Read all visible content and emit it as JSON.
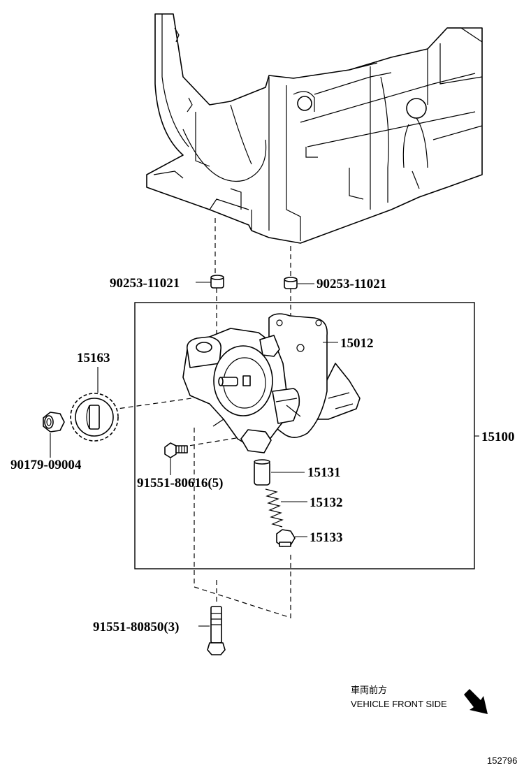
{
  "callouts": {
    "dowel_left": "90253-11021",
    "dowel_right": "90253-11021",
    "pump_body": "15012",
    "sprocket": "15163",
    "nut": "90179-09004",
    "bolt_short": "91551-80616(5)",
    "assembly": "15100",
    "relief_valve": "15131",
    "spring": "15132",
    "plug": "15133",
    "bolt_long": "91551-80850(3)"
  },
  "direction": {
    "label_jp": "車両前方",
    "label_en": "VEHICLE FRONT SIDE",
    "arrow_icon": "arrow-down-right-icon"
  },
  "diagram_number": "152796"
}
